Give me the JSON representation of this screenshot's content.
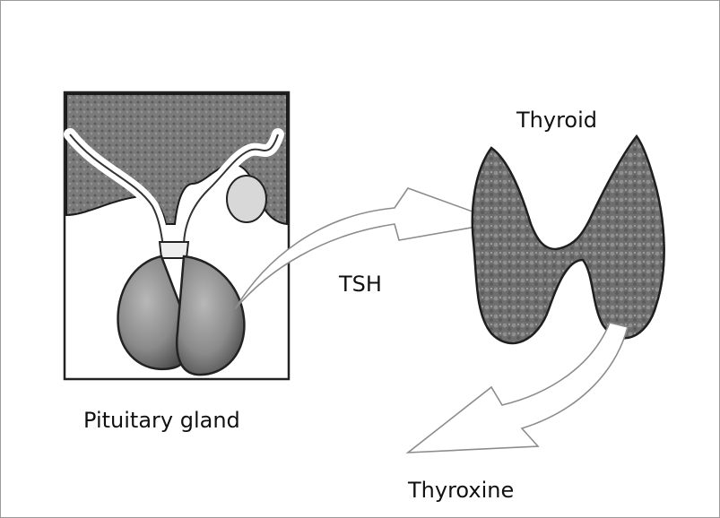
{
  "labels": {
    "thyroid": "Thyroid",
    "tsh": "TSH",
    "pituitary": "Pituitary gland",
    "thyroxine": "Thyroxine"
  },
  "colors": {
    "ink": "#111111",
    "gland_dark": "#3a3a3a",
    "gland_mid": "#8a8a8a",
    "gland_light": "#c8c8c8",
    "arrow_fill": "#ffffff",
    "arrow_stroke": "#8c8c8c"
  }
}
